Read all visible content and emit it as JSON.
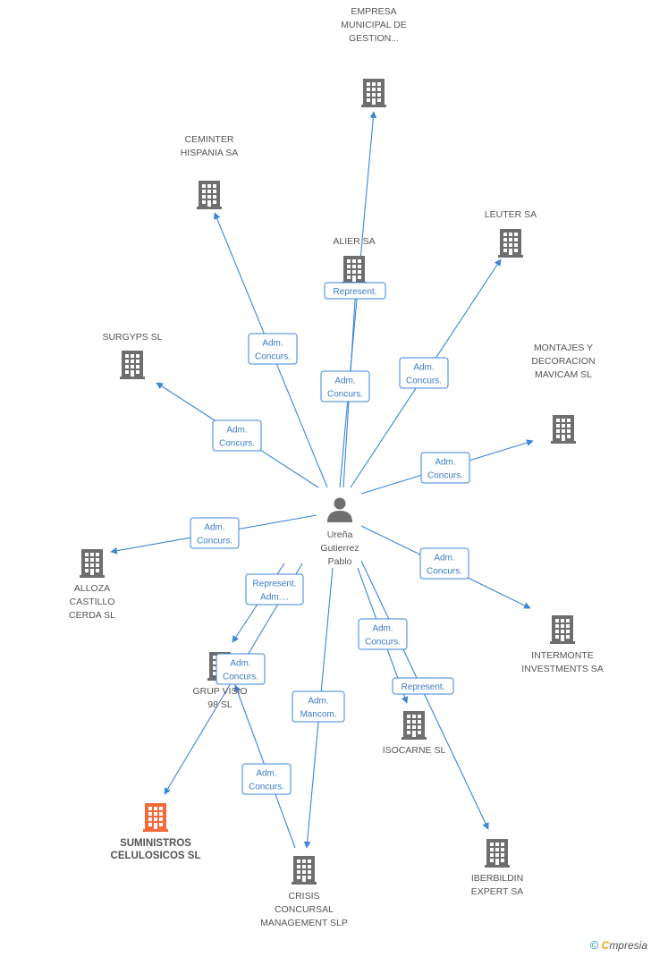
{
  "colors": {
    "edge": "#3a86d8",
    "company_icon": "#6e6e6e",
    "main_company_icon": "#f26b38",
    "person_icon": "#6e6e6e"
  },
  "person": {
    "name_lines": [
      "Ureña",
      "Gutierrez",
      "Pablo"
    ],
    "icon": "person-icon"
  },
  "companies": [
    {
      "id": "empresa",
      "label_lines": [
        "EMPRESA",
        "MUNICIPAL DE",
        "GESTION..."
      ]
    },
    {
      "id": "ceminter",
      "label_lines": [
        "CEMINTER",
        "HISPANIA SA"
      ]
    },
    {
      "id": "alier",
      "label_lines": [
        "ALIER SA"
      ]
    },
    {
      "id": "leuter",
      "label_lines": [
        "LEUTER SA"
      ]
    },
    {
      "id": "surgyps",
      "label_lines": [
        "SURGYPS SL"
      ]
    },
    {
      "id": "montajes",
      "label_lines": [
        "MONTAJES Y",
        "DECORACION",
        "MAVICAM SL"
      ]
    },
    {
      "id": "alloza",
      "label_lines": [
        "ALLOZA",
        "CASTILLO",
        "CERDA SL"
      ]
    },
    {
      "id": "intermonte",
      "label_lines": [
        "INTERMONTE",
        "INVESTMENTS SA"
      ]
    },
    {
      "id": "grupvisio",
      "label_lines": [
        "GRUP VISIO",
        "98 SL"
      ]
    },
    {
      "id": "isocarne",
      "label_lines": [
        "ISOCARNE SL"
      ]
    },
    {
      "id": "suministros",
      "label_lines": [
        "SUMINISTROS",
        "CELULOSICOS SL"
      ],
      "main": true
    },
    {
      "id": "crisis",
      "label_lines": [
        "CRISIS",
        "CONCURSAL",
        "MANAGEMENT SLP"
      ]
    },
    {
      "id": "iberbildin",
      "label_lines": [
        "IBERBILDIN",
        "EXPERT SA"
      ]
    }
  ],
  "relations": [
    {
      "id": "r-empresa",
      "label_lines": [
        "Represent."
      ]
    },
    {
      "id": "r-alier",
      "label_lines": [
        "Adm.",
        "Concurs."
      ]
    },
    {
      "id": "r-ceminter",
      "label_lines": [
        "Adm.",
        "Concurs."
      ]
    },
    {
      "id": "r-leuter",
      "label_lines": [
        "Adm.",
        "Concurs."
      ]
    },
    {
      "id": "r-surgyps",
      "label_lines": [
        "Adm.",
        "Concurs."
      ]
    },
    {
      "id": "r-montajes",
      "label_lines": [
        "Adm.",
        "Concurs."
      ]
    },
    {
      "id": "r-alloza",
      "label_lines": [
        "Adm.",
        "Concurs."
      ]
    },
    {
      "id": "r-intermonte",
      "label_lines": [
        "Adm.",
        "Concurs."
      ]
    },
    {
      "id": "r-suministros",
      "label_lines": [
        "Represent.",
        "Adm...."
      ]
    },
    {
      "id": "r-grupvisio",
      "label_lines": [
        "Adm.",
        "Concurs."
      ]
    },
    {
      "id": "r-crisis",
      "label_lines": [
        "Adm.",
        "Mancom."
      ]
    },
    {
      "id": "r-isocarne",
      "label_lines": [
        "Adm.",
        "Concurs."
      ]
    },
    {
      "id": "r-iberbildin",
      "label_lines": [
        "Represent."
      ]
    },
    {
      "id": "r-crisis-grup",
      "label_lines": [
        "Adm.",
        "Concurs."
      ]
    }
  ],
  "footer": {
    "copyright": "©",
    "brand_first": "C",
    "brand_rest": "mpresia"
  }
}
